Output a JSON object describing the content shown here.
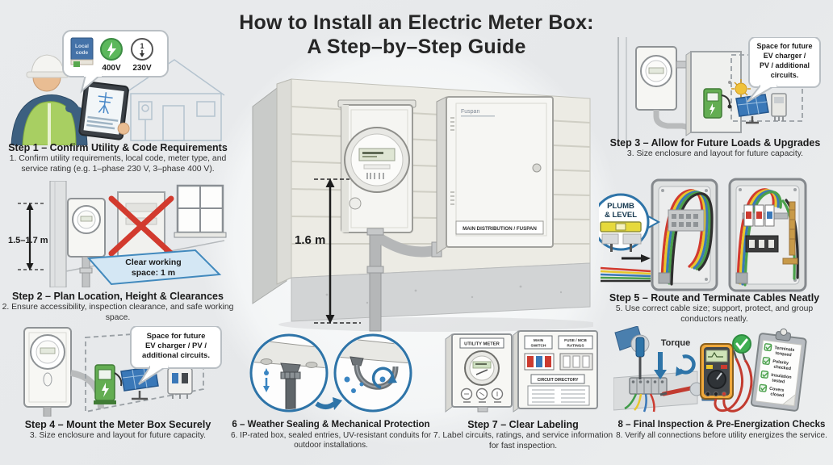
{
  "title": {
    "line1": "How to Install an Electric Meter Box:",
    "line2": "A Step–by–Step Guide"
  },
  "colors": {
    "background": "#e7e9eb",
    "accent_blue": "#2e74a8",
    "safety_green": "#5cb85c",
    "alert_red": "#d23a2e",
    "level_yellow": "#e6d93c",
    "wall_beige": "#ecebe4"
  },
  "main_illustration": {
    "height_label": "1.6 m",
    "panel_brand": "Fuspan",
    "panel_plate": "MAIN DISTRIBUTION / FUSPAN"
  },
  "step1": {
    "heading": "Step 1 – Confirm Utility & Code Requirements",
    "description": "1. Confirm utility requirements, local code, meter type, and service rating (e.g. 1–phase 230 V, 3–phase 400 V).",
    "bubble": {
      "book_line1": "Local",
      "book_line2": "code",
      "label_400": "400V",
      "label_230": "230V",
      "phase_1": "1"
    }
  },
  "step2": {
    "heading": "Step 2 – Plan Location, Height & Clearances",
    "description": "2. Ensure accessibility, inspection clearance, and safe working space.",
    "height_label": "1.5–1.7 m",
    "clearance_line1": "Clear working",
    "clearance_line2": "space: 1 m"
  },
  "step3": {
    "heading": "Step 3 – Allow for Future Loads & Upgrades",
    "description": "3. Size enclosure and layout for future capacity.",
    "bubble_lines": [
      "Space for future",
      "EV charger /",
      "PV / additional",
      "circuits."
    ]
  },
  "step4": {
    "heading": "Step 4 – Mount the Meter Box Securely",
    "description": "3. Size enclosure and layout for future capacity.",
    "bubble_lines": [
      "Space for future",
      "EV charger / PV /",
      "additional circuits."
    ]
  },
  "step5": {
    "heading": "Step 5 – Route and Terminate Cables Neatly",
    "description": "5. Use correct cable size; support, protect, and group conductors neatly.",
    "callout_line1": "PLUMB",
    "callout_line2": "& LEVEL"
  },
  "step6": {
    "heading": "6 – Weather Sealing & Mechanical Protection",
    "description": "6. IP-rated box, sealed entries, UV-resistant conduits for outdoor installations."
  },
  "step7": {
    "heading": "Step 7 – Clear Labeling",
    "description": "7. Label circuits, ratings, and service information for fast inspection.",
    "labels": {
      "utility_meter": "UTILITY METER",
      "main_switch_line1": "MAIN",
      "main_switch_line2": "SWITCH",
      "fuse_line1": "FUSE / MCB",
      "fuse_line2": "RATINGS",
      "circuit_directory": "CIRCUIT DIRECTORY"
    }
  },
  "step8": {
    "heading": "8 – Final Inspection & Pre-Energization Checks",
    "description": "8. Verify all connections before utility energizes the service.",
    "torque_label": "Torque",
    "checklist": [
      [
        "Terminals",
        "torqued"
      ],
      [
        "Polarity",
        "checked"
      ],
      [
        "Insulation",
        "tested"
      ],
      [
        "Covers",
        "closed"
      ]
    ]
  }
}
